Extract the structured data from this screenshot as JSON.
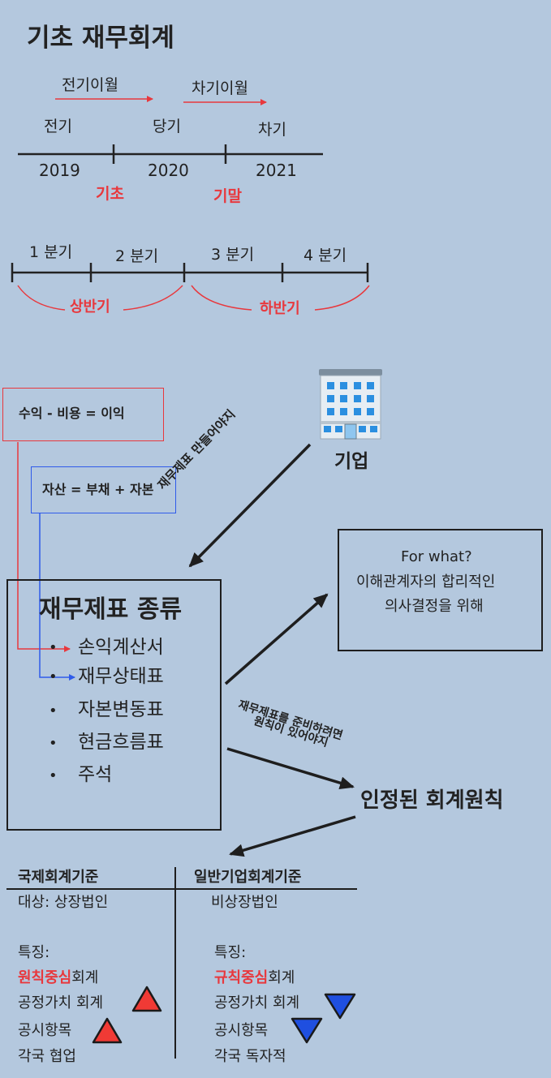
{
  "title": "기초 재무회계",
  "timeline": {
    "prev_transfer": "전기이월",
    "next_transfer": "차기이월",
    "periods": [
      "전기",
      "당기",
      "차기"
    ],
    "years": [
      "2019",
      "2020",
      "2021"
    ],
    "beginning": "기초",
    "ending": "기말"
  },
  "quarters": {
    "labels": [
      "1 분기",
      "2 분기",
      "3 분기",
      "4 분기"
    ],
    "first_half": "상반기",
    "second_half": "하반기"
  },
  "formulas": {
    "income": "수익 - 비용 = 이익",
    "balance": "자산 = 부채 + 자본"
  },
  "company": {
    "label": "기업",
    "arrow_note": "재무제표 만들어야지",
    "icon": "office-building-icon"
  },
  "statements": {
    "title": "재무제표 종류",
    "items": [
      "손익계산서",
      "재무상태표",
      "자본변동표",
      "현금흐름표",
      "주석"
    ]
  },
  "purpose": {
    "line1": "For what?",
    "line2": "이해관계자의 합리적인",
    "line3": "의사결정을 위해"
  },
  "principles": {
    "note_line1": "재무제표를 준비하려면",
    "note_line2": "원칙이 있어야지",
    "title": "인정된 회계원칙"
  },
  "standards": {
    "left": {
      "title": "국제회계기준",
      "target": "대상: 상장법인",
      "features_label": "특징:",
      "feature1_em": "원칙중심",
      "feature1_rest": "회계",
      "feature2": "공정가치 회계",
      "feature3": "공시항목",
      "feature4": "각국 협업"
    },
    "right": {
      "title": "일반기업회계기준",
      "target": "비상장법인",
      "features_label": "특징:",
      "feature1_em": "규칙중심",
      "feature1_rest": "회계",
      "feature2": "공정가치 회계",
      "feature3": "공시항목",
      "feature4": "각국 독자적"
    }
  },
  "colors": {
    "background": "#b4c8de",
    "accent_red": "#e8383d",
    "accent_blue": "#2f5bea",
    "up_triangle": "#f03a35",
    "down_triangle": "#1f4fe0"
  }
}
